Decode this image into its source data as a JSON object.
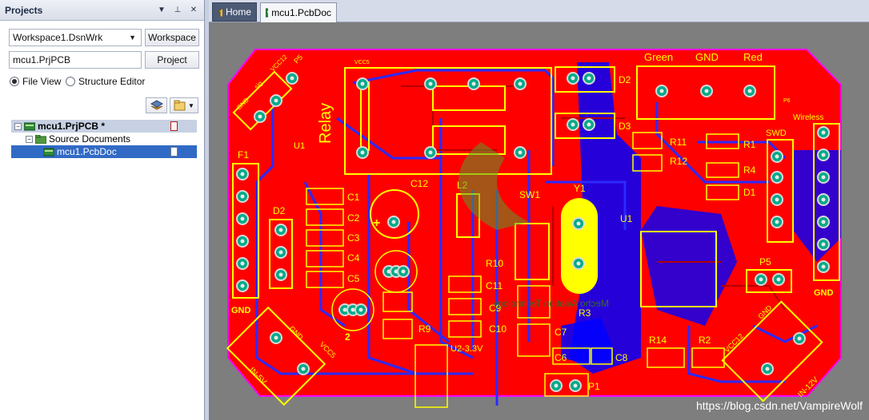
{
  "panel": {
    "title": "Projects",
    "header_buttons": [
      "▼",
      "⊥",
      "✕"
    ],
    "workspace_combo": "Workspace1.DsnWrk",
    "workspace_button": "Workspace",
    "project_field": "mcu1.PrjPCB",
    "project_button": "Project",
    "view_file": "File View",
    "view_structure": "Structure Editor",
    "tree": {
      "project": "mcu1.PrjPCB *",
      "folder": "Source Documents",
      "document": "mcu1.PcbDoc"
    }
  },
  "tabs": [
    {
      "label": "Home",
      "icon": "home-icon"
    },
    {
      "label": "mcu1.PcbDoc",
      "icon": "pcb-doc-icon"
    }
  ],
  "pcb": {
    "labels": {
      "relay": "Relay",
      "vcc5_top": "VCC5",
      "vcc12_conn": "VCC12",
      "sig": "sig",
      "gnd_conn": "GND",
      "p5": "P5",
      "green": "Green",
      "gnd_top": "GND",
      "red": "Red",
      "p6": "P6",
      "d2": "D2",
      "d3": "D3",
      "r11": "R11",
      "r12": "R12",
      "r1": "R1",
      "r4": "R4",
      "d1": "D1",
      "swd": "SWD",
      "wireless": "Wireless",
      "f1": "F1",
      "gnd_left": "GND",
      "d2b": "D2",
      "u1_left": "U1",
      "c1": "C1",
      "c2": "C2",
      "c3": "C3",
      "c4": "C4",
      "c5": "C5",
      "c12": "C12",
      "l2": "L2",
      "sw1": "SW1",
      "y1": "Y1",
      "u1": "U1",
      "p5b": "P5",
      "gnd_right": "GND",
      "r10": "R10",
      "c11": "C11",
      "c9": "C9",
      "r9": "R9",
      "c10": "C10",
      "r3": "R3",
      "c7": "C7",
      "c6": "C6",
      "c8": "C8",
      "r14": "R14",
      "r2": "R2",
      "u2": "U2-3.3V",
      "two": "2",
      "p1": "P1",
      "in5v": "IN-5V",
      "gnd_in5": "GND",
      "vcc5_in": "VCC5",
      "vcc12_in": "VCC12",
      "gnd_in12": "GND",
      "in12v": "IN-12V",
      "mirror": "Mecho Aviation Technology"
    },
    "colors": {
      "board": "#ff0000",
      "bottom_copper": "#0000ff",
      "overlay": "#ffff00",
      "outline": "#ff00ff",
      "pad": "#00aa88"
    }
  },
  "watermark": "https://blog.csdn.net/VampireWolf"
}
